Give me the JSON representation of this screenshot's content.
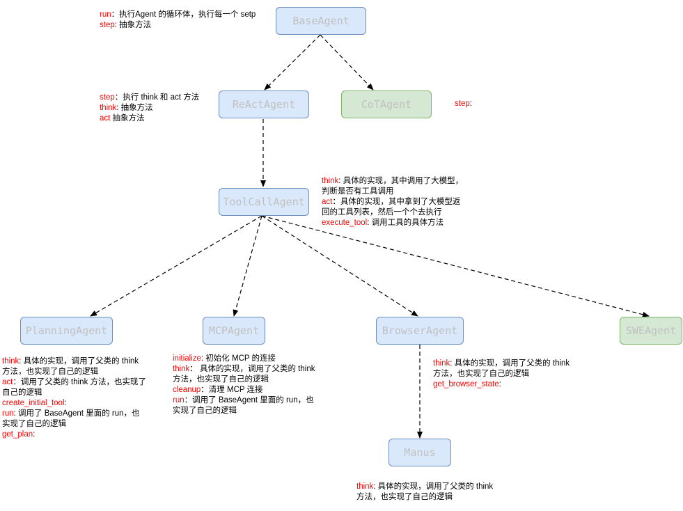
{
  "colors": {
    "node_blue_fill": "#dae8fc",
    "node_blue_border": "#6c8ebf",
    "node_green_fill": "#d5e8d4",
    "node_green_border": "#82b366",
    "node_text": "#c0c0c0",
    "keyword": "#ff0000",
    "edge": "#000000"
  },
  "nodes": {
    "base": "BaseAgent",
    "react": "ReActAgent",
    "cot": "CoTAgent",
    "toolcall": "ToolCallAgent",
    "planning": "PlanningAgent",
    "mcp": "MCPAgent",
    "browser": "BrowserAgent",
    "swe": "SWEAgent",
    "manus": "Manus"
  },
  "notes": {
    "base": [
      {
        "k": "run",
        "t": "：执行Agent 的循环体，执行每一个 setp"
      },
      {
        "k": "step",
        "t": ": 抽象方法"
      }
    ],
    "react": [
      {
        "k": "step",
        "t": "：执行 think 和 act 方法"
      },
      {
        "k": "think",
        "t": ": 抽象方法"
      },
      {
        "k": "act",
        "t": " 抽象方法"
      }
    ],
    "cot": [
      {
        "k": "step",
        "t": ":"
      }
    ],
    "toolcall": [
      {
        "k": "think",
        "t": ": 具体的实现，其中调用了大模型，"
      },
      {
        "k": "",
        "t": "判断是否有工具调用"
      },
      {
        "k": "act",
        "t": "：具体的实现，其中拿到了大模型返"
      },
      {
        "k": "",
        "t": "回的工具列表，然后一个个去执行"
      },
      {
        "k": "execute_tool",
        "t": ": 调用工具的具体方法"
      }
    ],
    "planning": [
      {
        "k": "think",
        "t": ": 具体的实现，调用了父类的 think"
      },
      {
        "k": "",
        "t": "方法，也实现了自己的逻辑"
      },
      {
        "k": "act",
        "t": "：调用了父类的 think 方法，也实现了"
      },
      {
        "k": "",
        "t": "自己的逻辑"
      },
      {
        "k": "create_initial_tool",
        "t": ":"
      },
      {
        "k": "run",
        "t": ": 调用了 BaseAgent 里面的 run，也"
      },
      {
        "k": "",
        "t": "实现了自己的逻辑"
      },
      {
        "k": "get_plan",
        "t": ":"
      }
    ],
    "mcp": [
      {
        "k": "initialize",
        "t": ": 初始化 MCP 的连接"
      },
      {
        "k": "think",
        "t": "：  具体的实现，调用了父类的 think"
      },
      {
        "k": "",
        "t": "方法，也实现了自己的逻辑"
      },
      {
        "k": "cleanup",
        "t": "：清理 MCP 连接"
      },
      {
        "k": "run",
        "t": "：调用了 BaseAgent 里面的 run，也"
      },
      {
        "k": "",
        "t": "实现了自己的逻辑"
      }
    ],
    "browser": [
      {
        "k": "think",
        "t": ": 具体的实现，调用了父类的 think"
      },
      {
        "k": "",
        "t": "方法，也实现了自己的逻辑"
      },
      {
        "k": "get_browser_state",
        "t": ":"
      }
    ],
    "manus": [
      {
        "k": "think",
        "t": ": 具体的实现，调用了父类的 think"
      },
      {
        "k": "",
        "t": "方法，也实现了自己的逻辑"
      }
    ]
  }
}
